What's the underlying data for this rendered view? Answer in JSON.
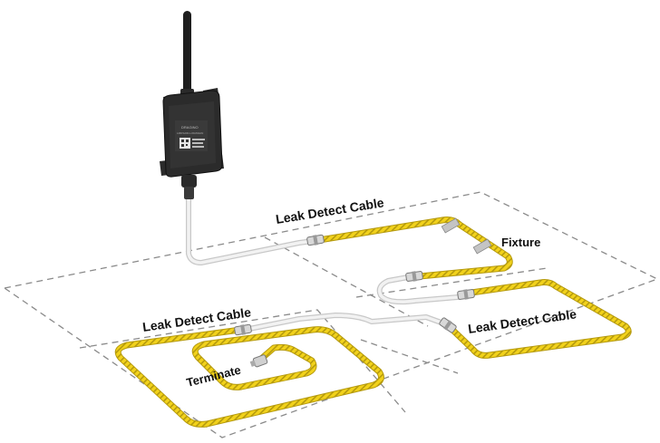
{
  "labels": {
    "cable_top": "Leak Detect Cable",
    "fixture": "Fixture",
    "cable_left": "Leak Detect Cable",
    "terminate": "Terminate",
    "cable_right": "Leak Detect Cable"
  },
  "device_text": {
    "brand": "DRAGINO",
    "model": "LMDS200-LORAWAN"
  },
  "colors": {
    "cable_yellow": "#f2d21b",
    "cable_dark": "#b59a0e",
    "lead_cable": "#e6e6e6",
    "device_body": "#2b2b2b",
    "zone_border": "#8a8a8a"
  }
}
